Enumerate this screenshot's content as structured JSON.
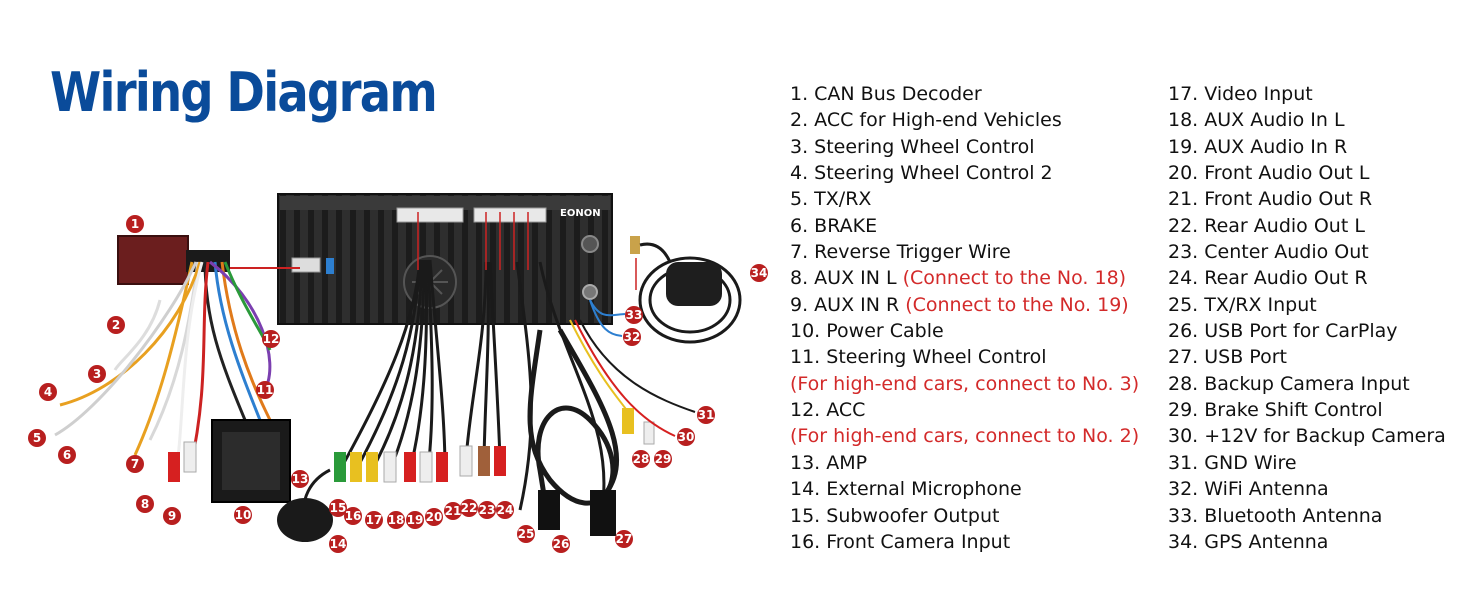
{
  "title": "Wiring Diagram",
  "brand_label": "EONON",
  "colors": {
    "title": "#0a4b9a",
    "badge": "#b81f1f",
    "note": "#d32a2a",
    "text": "#111111"
  },
  "legend_left": [
    {
      "text": "1. CAN Bus Decoder"
    },
    {
      "text": "2. ACC for High-end Vehicles"
    },
    {
      "text": "3. Steering Wheel Control"
    },
    {
      "text": "4. Steering Wheel Control 2"
    },
    {
      "text": "5. TX/RX"
    },
    {
      "text": "6. BRAKE"
    },
    {
      "text": "7. Reverse Trigger Wire"
    },
    {
      "text": "8. AUX IN L",
      "note": "(Connect to the No. 18)"
    },
    {
      "text": "9. AUX IN R",
      "note": "(Connect to the No. 19)"
    },
    {
      "text": "10. Power Cable"
    },
    {
      "text": "11. Steering Wheel Control"
    },
    {
      "note_line": "(For high-end cars, connect to No. 3)"
    },
    {
      "text": "12. ACC"
    },
    {
      "note_line": "(For high-end cars, connect to No. 2)"
    },
    {
      "text": "13. AMP"
    },
    {
      "text": "14. External Microphone"
    },
    {
      "text": "15. Subwoofer Output"
    },
    {
      "text": "16. Front Camera Input"
    }
  ],
  "legend_right": [
    {
      "text": "17. Video Input"
    },
    {
      "text": "18. AUX Audio In L"
    },
    {
      "text": "19. AUX Audio In R"
    },
    {
      "text": "20. Front Audio Out L"
    },
    {
      "text": "21. Front Audio Out R"
    },
    {
      "text": "22. Rear Audio Out L"
    },
    {
      "text": "23. Center Audio Out"
    },
    {
      "text": "24. Rear Audio Out R"
    },
    {
      "text": "25. TX/RX Input"
    },
    {
      "text": "26. USB Port for CarPlay"
    },
    {
      "text": "27. USB Port"
    },
    {
      "text": "28. Backup Camera Input"
    },
    {
      "text": "29. Brake Shift Control"
    },
    {
      "text": "30. +12V for Backup Camera"
    },
    {
      "text": "31. GND Wire"
    },
    {
      "text": "32. WiFi Antenna"
    },
    {
      "text": "33. Bluetooth Antenna"
    },
    {
      "text": "34. GPS Antenna"
    }
  ],
  "badges": [
    "1",
    "2",
    "3",
    "4",
    "5",
    "6",
    "7",
    "8",
    "9",
    "10",
    "11",
    "12",
    "13",
    "14",
    "15",
    "16",
    "17",
    "18",
    "19",
    "20",
    "21",
    "22",
    "23",
    "24",
    "25",
    "26",
    "27",
    "28",
    "29",
    "30",
    "31",
    "32",
    "33",
    "34"
  ]
}
